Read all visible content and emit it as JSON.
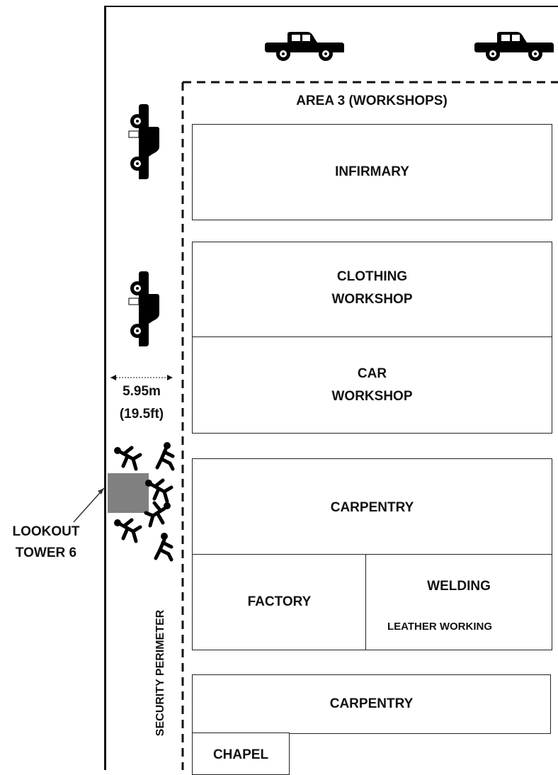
{
  "area_title": "AREA 3 (WORKSHOPS)",
  "buildings": {
    "infirmary": "INFIRMARY",
    "clothing_1": "CLOTHING",
    "clothing_2": "WORKSHOP",
    "car_1": "CAR",
    "car_2": "WORKSHOP",
    "carpentry_top": "CARPENTRY",
    "factory": "FACTORY",
    "welding": "WELDING",
    "leather": "LEATHER WORKING",
    "carpentry_bottom": "CARPENTRY",
    "chapel": "CHAPEL"
  },
  "measurement": {
    "metric": "5.95m",
    "imperial": "(19.5ft)"
  },
  "tower": {
    "line1": "LOOKOUT",
    "line2": "TOWER 6",
    "color": "#808080"
  },
  "perimeter_label": "SECURITY PERIMETER",
  "icons": {
    "vehicle": "pickup-truck-icon",
    "person": "person-figure-icon"
  }
}
